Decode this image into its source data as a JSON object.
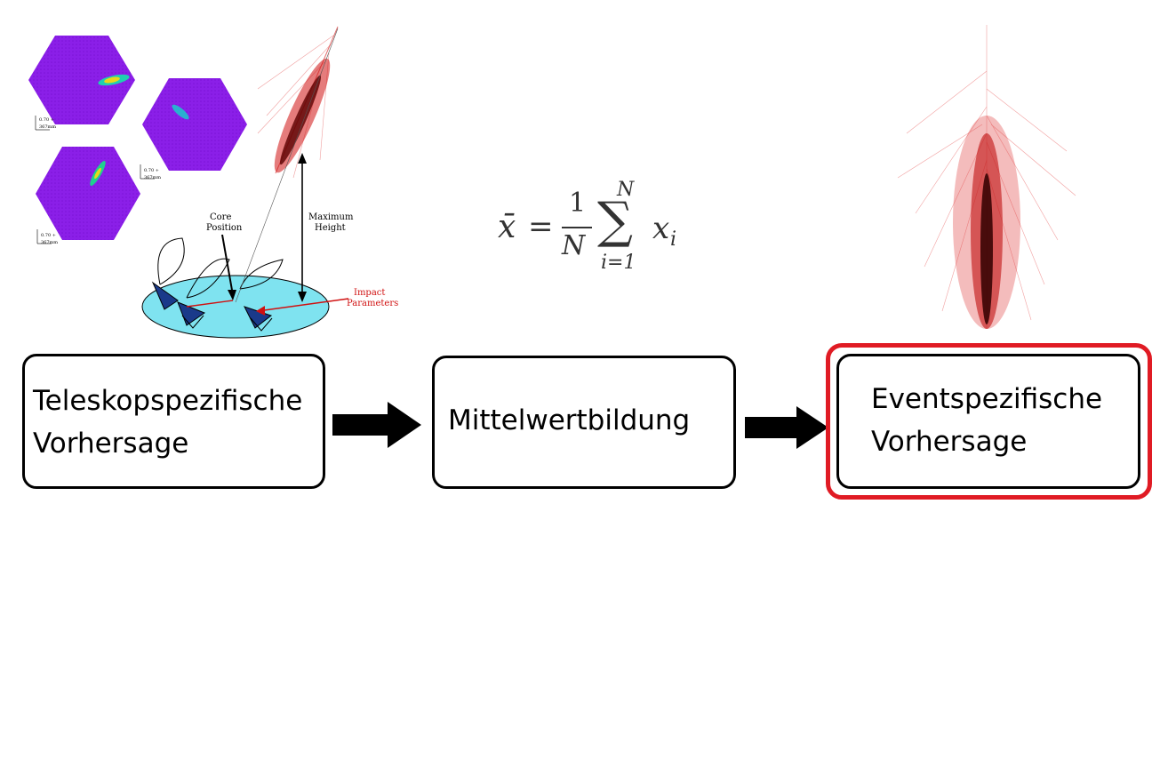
{
  "boxes": [
    {
      "id": "telescope",
      "lines": [
        "Teleskopspezifische",
        "Vorhersage"
      ]
    },
    {
      "id": "averaging",
      "lines": [
        "Mittelwertbildung"
      ]
    },
    {
      "id": "event",
      "lines": [
        "Eventspezifische",
        "Vorhersage"
      ],
      "highlighted": true
    }
  ],
  "illustration": {
    "core_label_1": "Core",
    "core_label_2": "Position",
    "height_label_1": "Maximum",
    "height_label_2": "Height",
    "impact_label_1": "Impact",
    "impact_label_2": "Parameters",
    "scale_labels": [
      "0.70 +",
      "0.70 +",
      "0.70 +"
    ],
    "scale_units": [
      "367mm",
      "367mm",
      "367mm"
    ]
  },
  "formula": {
    "lhs": "x̄",
    "equals": "=",
    "numerator": "1",
    "denominator": "N",
    "sum_symbol": "∑",
    "upper_limit": "N",
    "lower_limit": "i=1",
    "term": "x",
    "subscript": "i"
  },
  "colors": {
    "highlight": "#e01b24",
    "camera": "#8a1ee6",
    "ground": "#7fe3f0",
    "shower": "#d01010"
  }
}
